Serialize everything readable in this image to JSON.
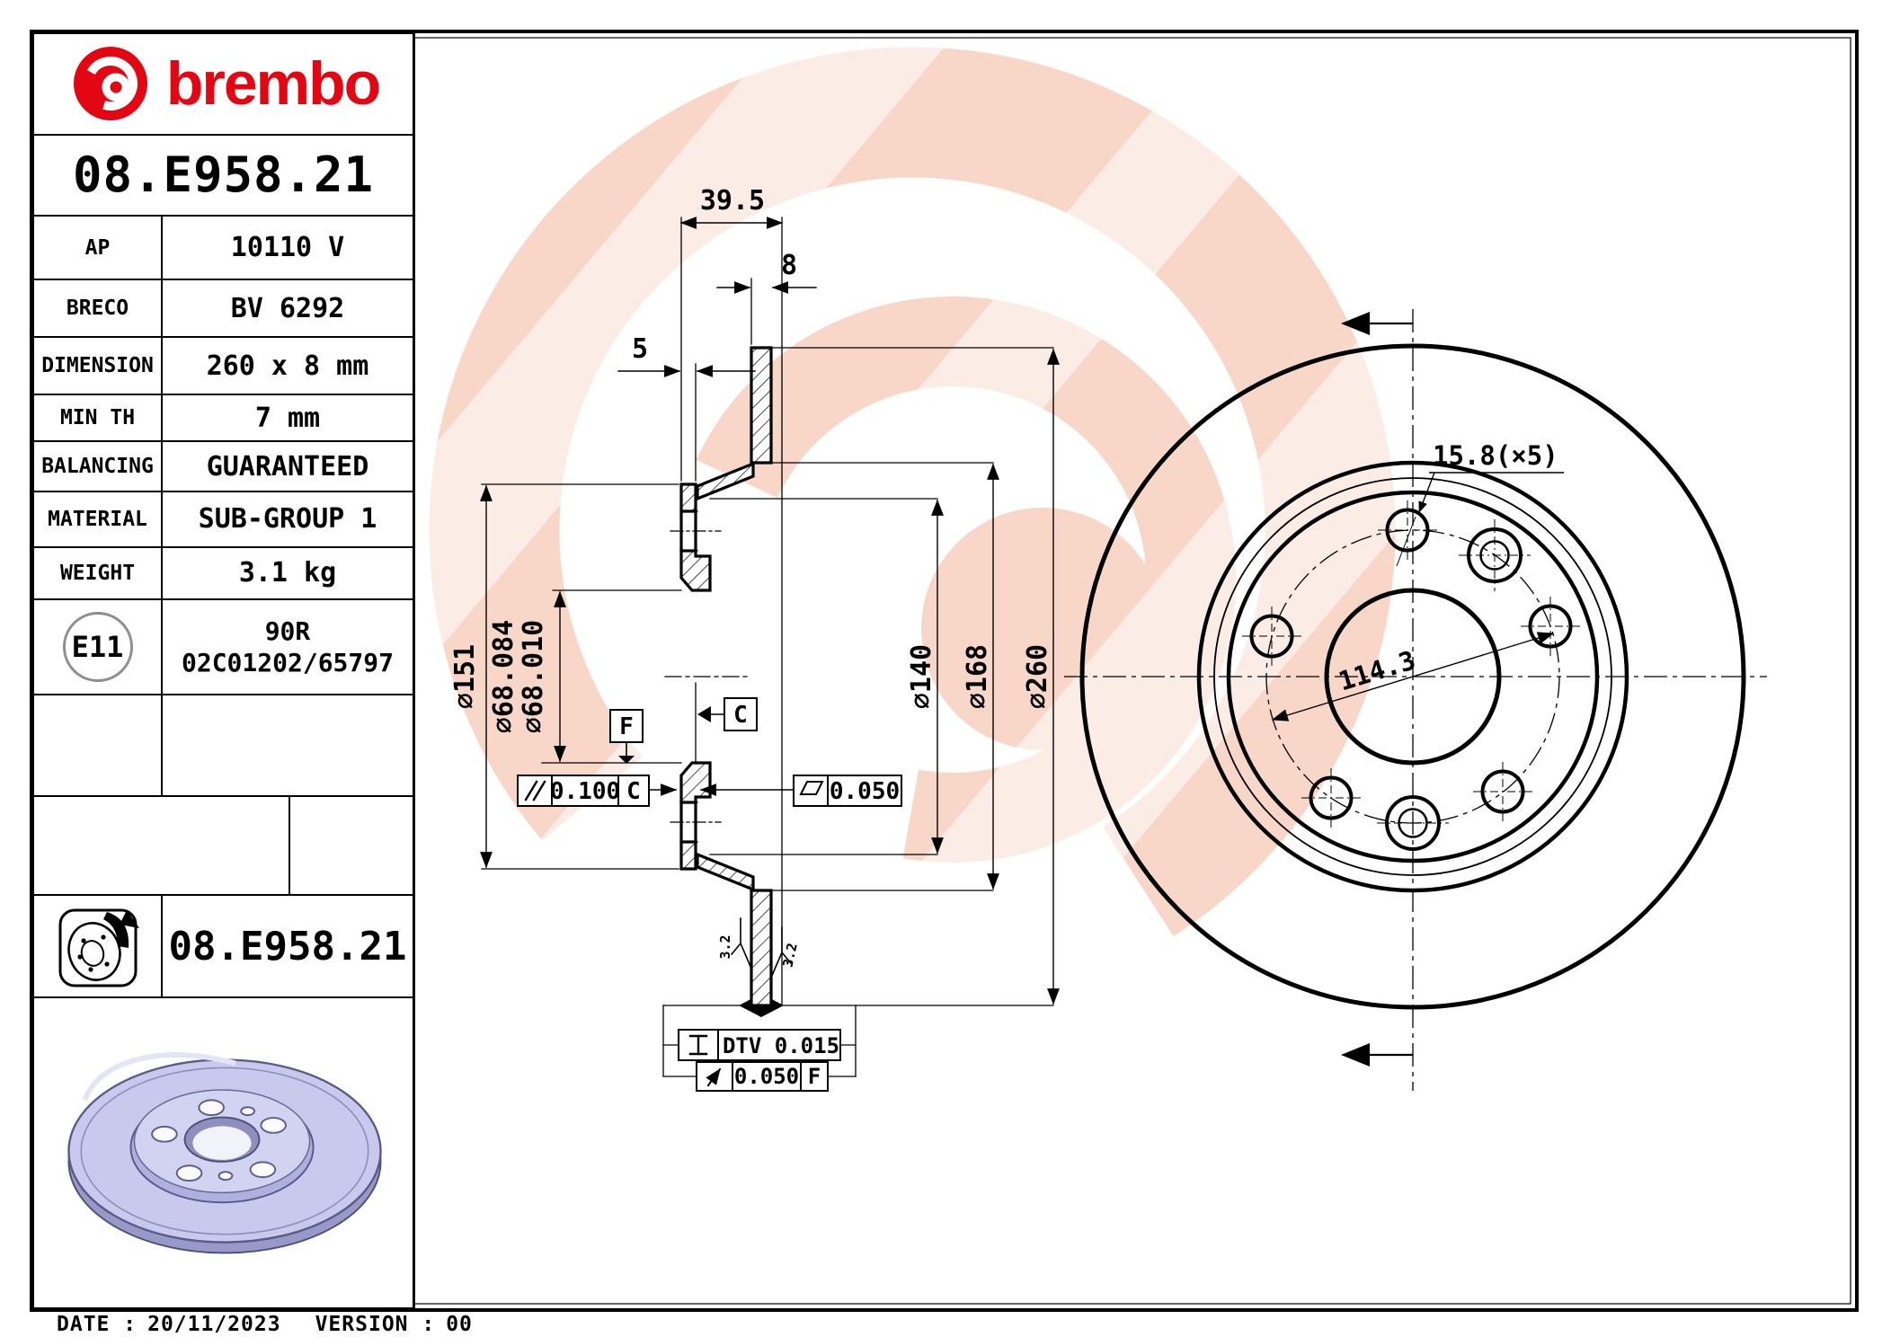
{
  "brand": {
    "wordmark": "brembo",
    "red": "#e30613"
  },
  "header": {
    "part_number": "08.E958.21"
  },
  "table": {
    "rows": [
      {
        "label": "AP",
        "value": "10110 V"
      },
      {
        "label": "BRECO",
        "value": "BV 6292"
      },
      {
        "label": "DIMENSION",
        "value": "260 x 8 mm"
      },
      {
        "label": "MIN TH",
        "value": "7 mm"
      },
      {
        "label": "BALANCING",
        "value": "GUARANTEED"
      },
      {
        "label": "MATERIAL",
        "value": "SUB-GROUP 1"
      },
      {
        "label": "WEIGHT",
        "value": "3.1 kg"
      }
    ],
    "homologation": {
      "mark": "E11",
      "line1": "90R",
      "line2": "02C01202/65797"
    }
  },
  "footer": {
    "icon_part_number": "08.E958.21",
    "date_label": "DATE :",
    "date": "20/11/2023",
    "version_label": "VERSION :",
    "version": "00"
  },
  "drawing": {
    "section": {
      "total_width": "39.5",
      "disc_thickness": "8",
      "flange_thickness": "5",
      "dia_hat": "∅151",
      "dia_bore_max": "∅68.084",
      "dia_bore_min": "∅68.010",
      "dia_inner": "∅140",
      "dia_friction_inner": "∅168",
      "dia_outer": "∅260",
      "roughness_left": "3.2",
      "roughness_right": "3.2",
      "parallelism_value": "0.100",
      "parallelism_datum": "C",
      "flatness_value": "0.050",
      "dtv_label": "DTV 0.015",
      "runout_value": "0.050",
      "runout_datum": "F",
      "datum_f": "F",
      "datum_c": "C"
    },
    "front_view": {
      "bolt_hole_dia": "15.8(×5)",
      "bolt_circle_dia": "114.3"
    }
  },
  "colors": {
    "watermark_pink": "#f8d6c8",
    "disc_lavender": "#c9c9ee",
    "e11_gray": "#8f8f8f"
  }
}
